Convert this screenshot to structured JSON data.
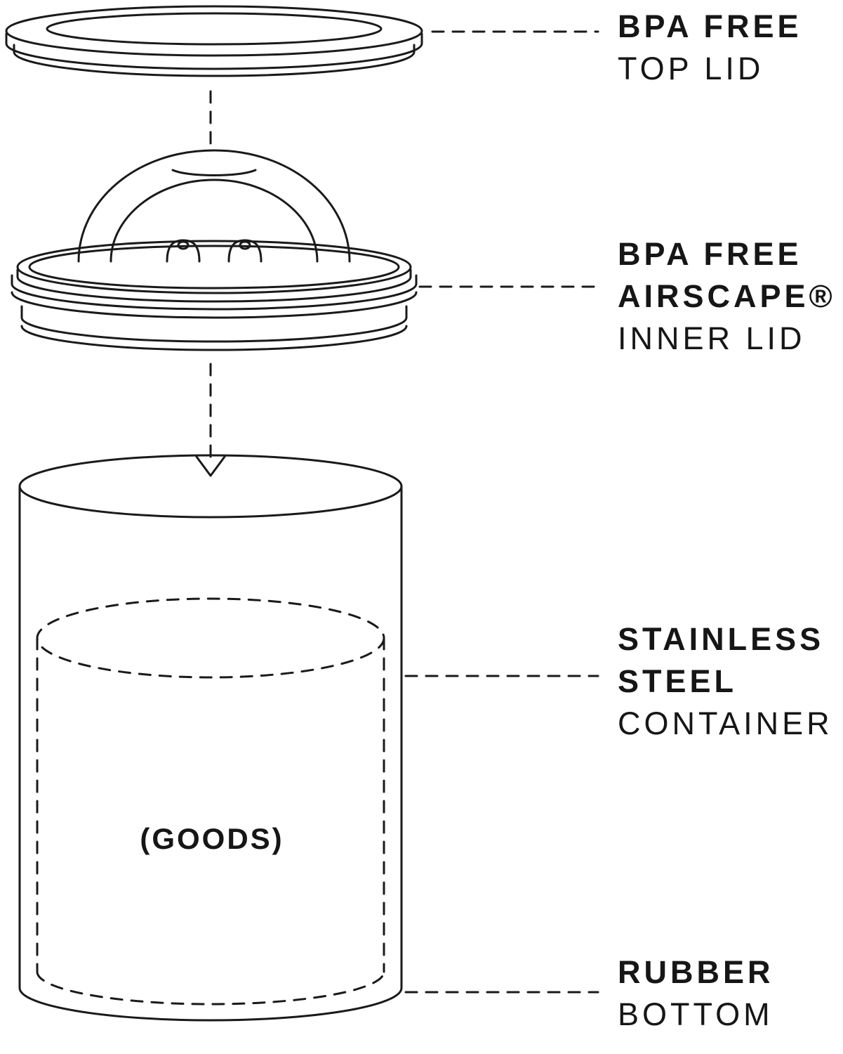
{
  "colors": {
    "ink": "#1a1a1a",
    "background": "#ffffff",
    "text": "#161616"
  },
  "annotations": {
    "top_lid": {
      "lines": [
        "BPA FREE",
        "TOP LID"
      ]
    },
    "inner_lid": {
      "lines": [
        "BPA FREE",
        "AIRSCAPE®",
        "INNER LID"
      ]
    },
    "container": {
      "lines": [
        "STAINLESS",
        "STEEL",
        "CONTAINER"
      ]
    },
    "bottom": {
      "lines": [
        "RUBBER",
        "BOTTOM"
      ]
    },
    "goods": "(GOODS)"
  }
}
